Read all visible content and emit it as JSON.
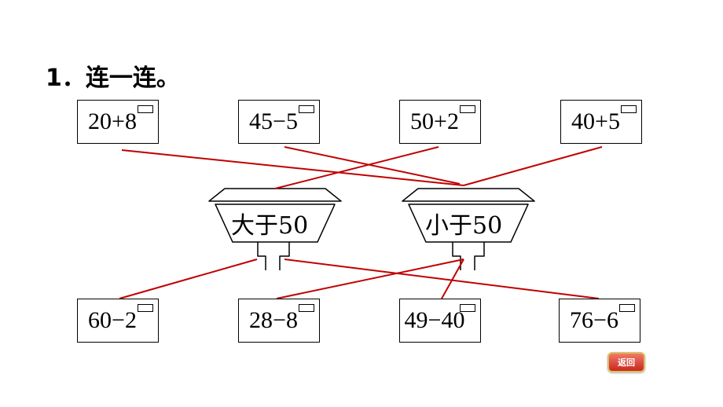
{
  "title": "1．连一连。",
  "top_cards": [
    "20+8",
    "45−5",
    "50+2",
    "40+5"
  ],
  "bottom_cards": [
    "60−2",
    "28−8",
    "49−40",
    "76−6"
  ],
  "boxes": [
    "大于50",
    "小于50"
  ],
  "return_button": "返回",
  "colors": {
    "line": "#c00000",
    "text": "#000000"
  }
}
